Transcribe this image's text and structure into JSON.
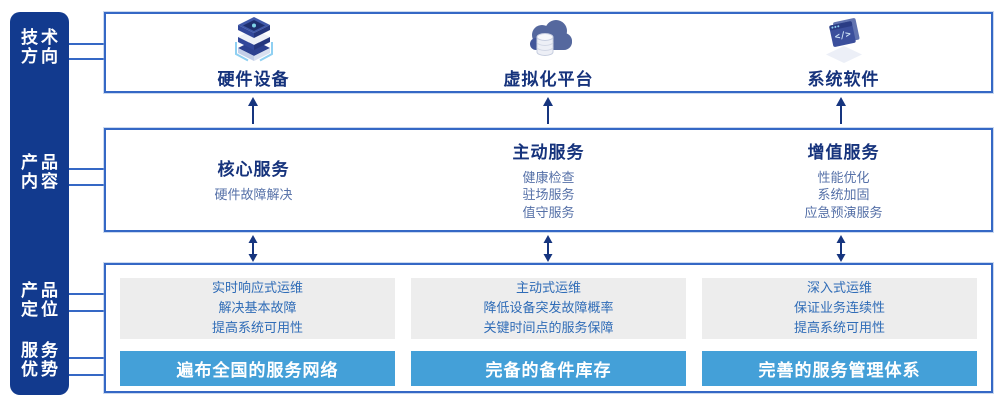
{
  "colors": {
    "sidebar_blue": "#123a8e",
    "border_blue": "#3568c5",
    "title_navy": "#16337c",
    "item_blue": "#5671a8",
    "card_gray": "#ededed",
    "card_text_blue": "#2f6cb7",
    "banner_blue": "#44a0d8",
    "arrow_navy": "#16357f"
  },
  "sidebar": {
    "items": [
      {
        "line1": "技术",
        "line2": "方向"
      },
      {
        "line1": "产品",
        "line2": "内容"
      },
      {
        "line1": "产品",
        "line2": "定位"
      },
      {
        "line1": "服务",
        "line2": "优势"
      }
    ]
  },
  "tech_row": {
    "columns": [
      {
        "icon": "server-stack-icon",
        "label": "硬件设备"
      },
      {
        "icon": "cloud-database-icon",
        "label": "虚拟化平台"
      },
      {
        "icon": "code-window-icon",
        "label": "系统软件"
      }
    ]
  },
  "content_row": {
    "columns": [
      {
        "title": "核心服务",
        "items": [
          "硬件故障解决"
        ]
      },
      {
        "title": "主动服务",
        "items": [
          "健康检查",
          "驻场服务",
          "值守服务"
        ]
      },
      {
        "title": "增值服务",
        "items": [
          "性能优化",
          "系统加固",
          "应急预演服务"
        ]
      }
    ]
  },
  "position_row": {
    "columns": [
      {
        "lines": [
          "实时响应式运维",
          "解决基本故障",
          "提高系统可用性"
        ],
        "banner": "遍布全国的服务网络"
      },
      {
        "lines": [
          "主动式运维",
          "降低设备突发故障概率",
          "关键时间点的服务保障"
        ],
        "banner": "完备的备件库存"
      },
      {
        "lines": [
          "深入式运维",
          "保证业务连续性",
          "提高系统可用性"
        ],
        "banner": "完善的服务管理体系"
      }
    ]
  }
}
